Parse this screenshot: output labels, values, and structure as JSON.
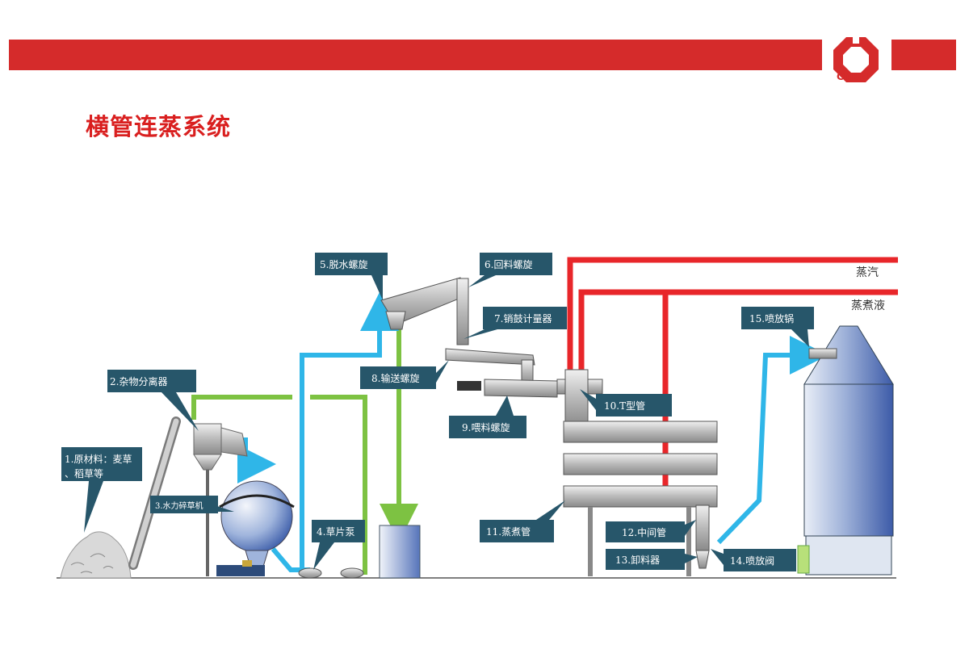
{
  "title": "横管连蒸系统",
  "logo": {
    "text": "CNBM",
    "icon": "cnbm-logo-icon"
  },
  "colors": {
    "brand_red": "#d52b2b",
    "steam_red": "#e8262a",
    "water_blue": "#2fb6e8",
    "green_pipe": "#7dc242",
    "label_bg": "#27566a"
  },
  "labels": {
    "raw_material": [
      "1.原材料：麦草",
      "、稻草等"
    ],
    "separator": "2.杂物分离器",
    "hydrapulper": "3.水力碎草机",
    "pump": "4.草片泵",
    "dewater_screw": "5.脱水螺旋",
    "return_screw": "6.回料螺旋",
    "metering": "7.销鼓计量器",
    "conveyor_screw": "8.输送螺旋",
    "feed_screw": "9.喂料螺旋",
    "t_pipe": "10.T型管",
    "digester_tube": "11.蒸煮管",
    "middle_pipe": "12.中间管",
    "discharger": "13.卸料器",
    "blow_valve": "14.喷放阀",
    "blow_tank": "15.喷放锅"
  },
  "lines": {
    "steam": "蒸汽",
    "liquor": "蒸煮液"
  }
}
